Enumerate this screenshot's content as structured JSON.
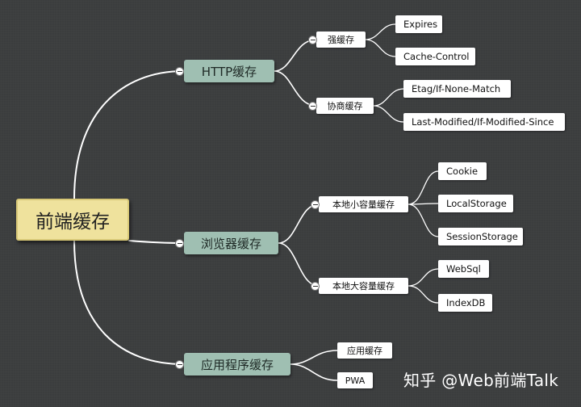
{
  "mindmap": {
    "root": "前端缓存",
    "branches": [
      {
        "label": "HTTP缓存",
        "children": [
          {
            "label": "强缓存",
            "leaves": [
              "Expires",
              "Cache-Control"
            ]
          },
          {
            "label": "协商缓存",
            "leaves": [
              "Etag/If-None-Match",
              "Last-Modified/If-Modified-Since"
            ]
          }
        ]
      },
      {
        "label": "浏览器缓存",
        "children": [
          {
            "label": "本地小容量缓存",
            "leaves": [
              "Cookie",
              "LocalStorage",
              "SessionStorage"
            ]
          },
          {
            "label": "本地大容量缓存",
            "leaves": [
              "WebSql",
              "IndexDB"
            ]
          }
        ]
      },
      {
        "label": "应用程序缓存",
        "children": [
          {
            "label": "应用缓存",
            "leaves": []
          },
          {
            "label": "PWA",
            "leaves": []
          }
        ]
      }
    ]
  },
  "watermark": "知乎 @Web前端Talk",
  "colors": {
    "background": "#3b3d3e",
    "root_fill": "#efe29d",
    "branch_fill": "#9fbfb2",
    "node_fill": "#ffffff",
    "connector": "#ffffff"
  }
}
